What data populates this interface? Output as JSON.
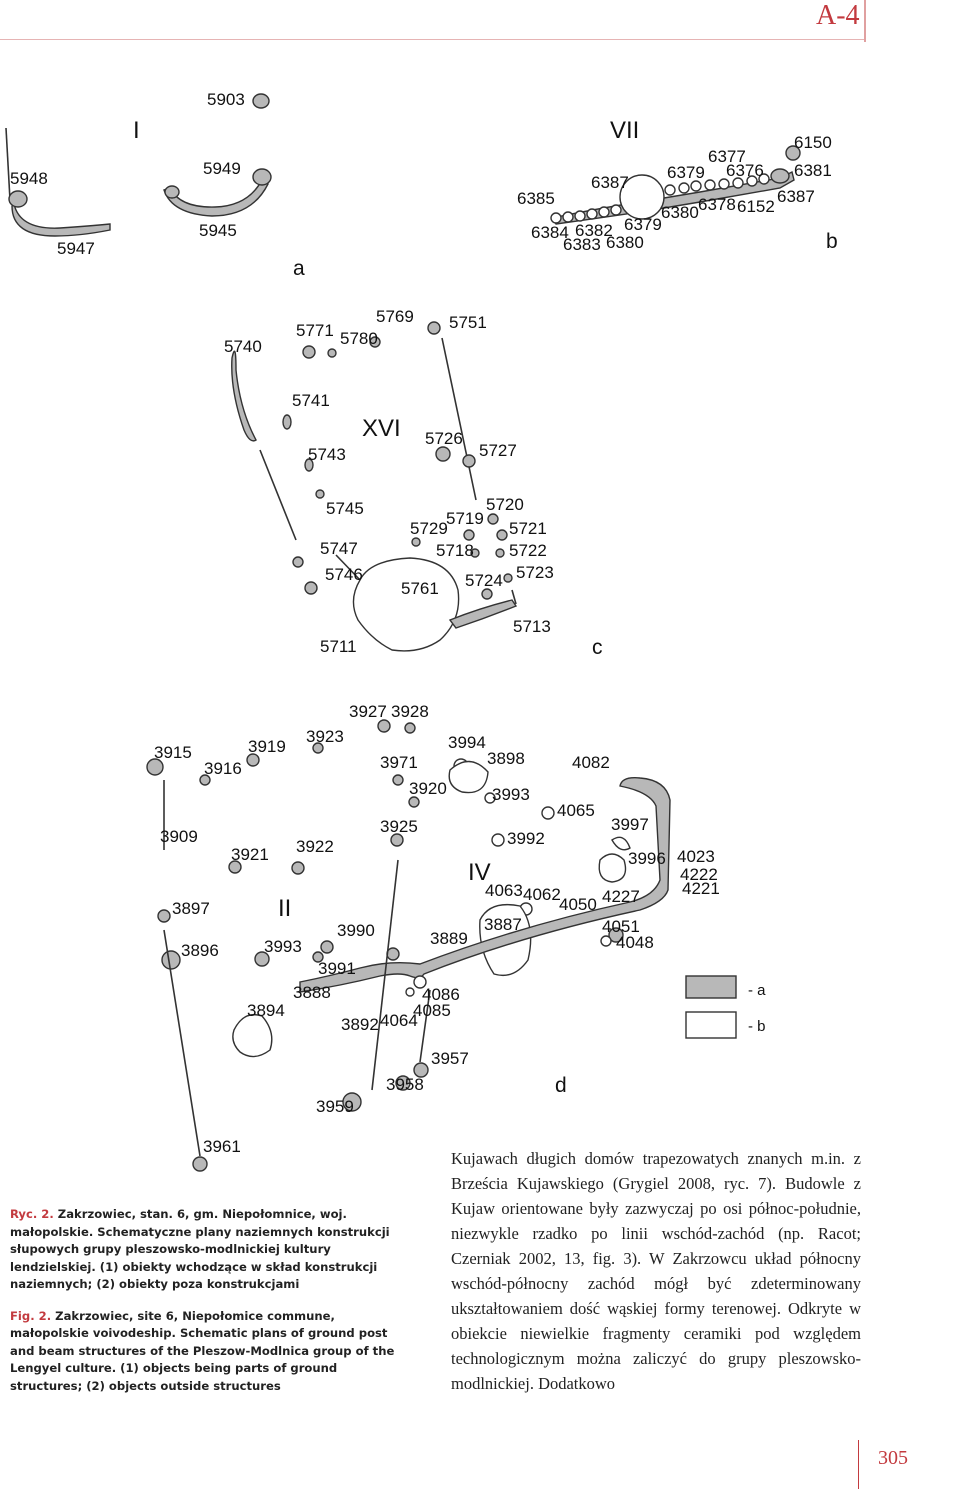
{
  "header": {
    "section_tag": "A-4"
  },
  "figure": {
    "panel_letters": [
      "a",
      "b",
      "c",
      "d"
    ],
    "roman_numerals": [
      "I",
      "VII",
      "XVI",
      "II",
      "IV"
    ],
    "panel_a_labels": [
      "5903",
      "5948",
      "5949",
      "5945",
      "5947"
    ],
    "panel_b_labels": [
      "6150",
      "6377",
      "6376",
      "6381",
      "6379",
      "6387",
      "6385",
      "6378",
      "6152",
      "6387",
      "6380",
      "6379",
      "6384",
      "6382",
      "6383",
      "6380"
    ],
    "panel_c_labels": [
      "5769",
      "5771",
      "5780",
      "5751",
      "5740",
      "5741",
      "5743",
      "5726",
      "5727",
      "5745",
      "5720",
      "5729",
      "5719",
      "5721",
      "5747",
      "5718",
      "5722",
      "5746",
      "5761",
      "5724",
      "5723",
      "5713",
      "5711"
    ],
    "panel_d_labels": [
      "3927",
      "3928",
      "3923",
      "3915",
      "3919",
      "3994",
      "3916",
      "3971",
      "3898",
      "4082",
      "3920",
      "3993",
      "4065",
      "3925",
      "3909",
      "3997",
      "3992",
      "3921",
      "3922",
      "3996",
      "4023",
      "4222",
      "4221",
      "4063",
      "4062",
      "4227",
      "3897",
      "4050",
      "3887",
      "4051",
      "3990",
      "3889",
      "4048",
      "3896",
      "3993",
      "3991",
      "3888",
      "4086",
      "3894",
      "4085",
      "3892",
      "4064",
      "3957",
      "3958",
      "3959",
      "3961"
    ],
    "legend": {
      "a_label": "- a",
      "b_label": "- b"
    }
  },
  "caption": {
    "pl_number": "Ryc. 2.",
    "pl_text": "Zakrzowiec, stan. 6, gm. Niepołomnice, woj. małopolskie. Schematyczne plany naziemnych konstrukcji słupowych grupy pleszowsko-modlnickiej kultury lendzielskiej. (1) obiekty wchodzące w skład konstrukcji naziemnych; (2) obiekty poza konstrukcjami",
    "en_number": "Fig. 2.",
    "en_text": "Zakrzowiec, site 6, Niepołomice commune, małopolskie voivodeship. Schematic plans of ground post and beam structures of the Pleszow-Modlnica group of the Lengyel culture. (1) objects being parts of ground structures; (2) objects outside structures"
  },
  "body_text": "Kujawach długich domów trapezowatych znanych m.in. z Brześcia Kujawskiego (Grygiel 2008, ryc. 7). Budowle z Kujaw orientowane były zazwyczaj po osi północ-południe, niezwykle rzadko po linii wschód-zachód (np. Racot; Czerniak 2002, 13, fig. 3). W Zakrzowcu układ północny wschód-północny zachód mógł być zdeterminowany ukształtowaniem dość wąskiej formy terenowej. Odkryte w obiekcie niewielkie fragmenty ceramiki pod względem technologicznym można zaliczyć do grupy pleszowsko-modlnickiej. Dodatkowo",
  "footer": {
    "page_number": "305"
  }
}
